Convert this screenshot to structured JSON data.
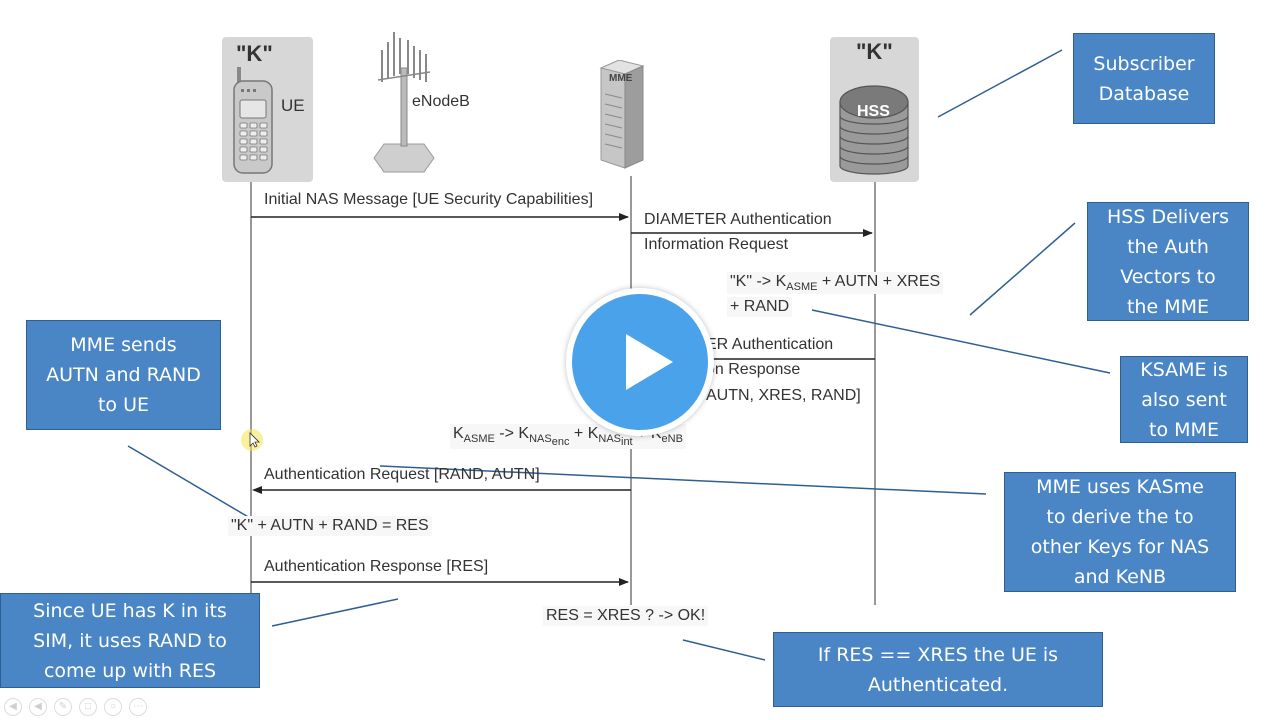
{
  "entities": {
    "ue": {
      "key": "\"K\"",
      "label": "UE"
    },
    "enodeb": {
      "label": "eNodeB"
    },
    "mme": {
      "label": "MME"
    },
    "hss": {
      "key": "\"K\"",
      "label": "HSS"
    }
  },
  "messages": {
    "initial_nas": "Initial NAS Message [UE Security Capabilities]",
    "diameter_req_line1": "DIAMETER Authentication",
    "diameter_req_line2": "Information Request",
    "hss_calc_part1": "\"K\" -> K",
    "hss_calc_sub": "ASME",
    "hss_calc_part2": " + AUTN + XRES",
    "hss_calc_line2": "+ RAND",
    "diameter_resp_line1": "ER Authentication",
    "diameter_resp_line2": "on Response",
    "diameter_resp_line3": "AUTN, XRES, RAND]",
    "kasme_derive": {
      "k1": "K",
      "k1_sub": "ASME",
      "arrow": " -> K",
      "k2_sub": "NAS",
      "k2_subsub": "enc",
      "plus1": " + K",
      "k3_sub": "NAS",
      "k3_subsub": "int",
      "plus2": " + K",
      "k4_sub": "eNB"
    },
    "auth_request": "Authentication Request [RAND, AUTN]",
    "ue_calc": "\"K\" + AUTN + RAND = RES",
    "auth_response": "Authentication Response [RES]",
    "res_check": "RES = XRES ? -> OK!"
  },
  "callouts": {
    "subscriber_db": "Subscriber\nDatabase",
    "hss_delivers": "HSS Delivers\nthe Auth\nVectors to\nthe MME",
    "ksame_sent": "KSAME is\nalso sent\nto MME",
    "mme_uses": "MME uses KASme\nto derive the to\nother Keys for NAS\nand KeNB",
    "mme_sends": "MME sends\nAUTN and RAND\nto UE",
    "since_ue": "Since UE has K in its\nSIM, it uses RAND to\ncome up with RES",
    "if_res": "If RES == XRES the UE is\nAuthenticated."
  },
  "colors": {
    "callout_fill": "#4a86c5",
    "callout_border": "#2f5f92",
    "play_button": "#4aa3ea",
    "lifeline": "#555555"
  },
  "player": {
    "play_icon": "play-icon",
    "controls": [
      "skip-back-icon",
      "rewind-icon",
      "edit-icon",
      "copy-icon",
      "zoom-icon",
      "more-icon"
    ]
  }
}
